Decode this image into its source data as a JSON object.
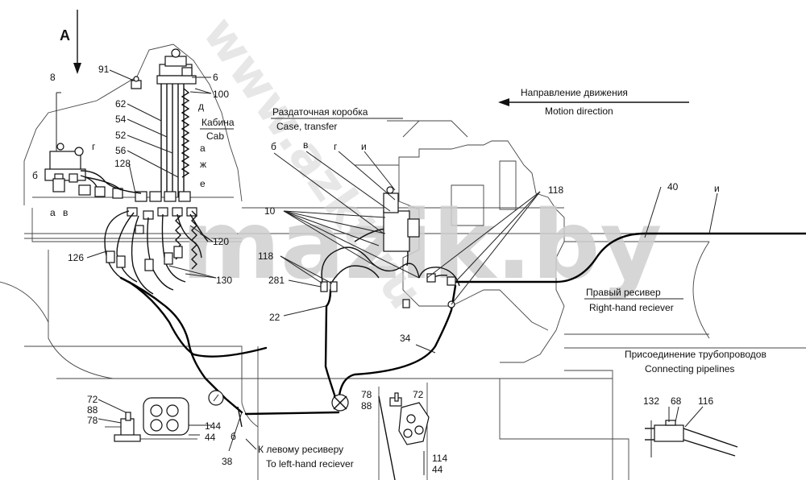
{
  "view_label": "А",
  "cab": {
    "ru": "Кабина",
    "en": "Cab"
  },
  "transfer_case": {
    "ru": "Раздаточная коробка",
    "en": "Case, transfer"
  },
  "motion_direction": {
    "ru": "Направление движения",
    "en": "Motion direction"
  },
  "right_receiver": {
    "ru": "Правый ресивер",
    "en": "Right-hand reciever"
  },
  "left_receiver": {
    "ru": "К левому ресиверу",
    "en": "To left-hand reciever"
  },
  "pipelines": {
    "ru": "Присоединение трубопроводов",
    "en": "Connecting pipelines"
  },
  "watermark_1": "mazik.by",
  "watermark_2": "www.azkt.ru",
  "callouts": {
    "n8": "8",
    "n91": "91",
    "n6": "6",
    "n100": "100",
    "n62": "62",
    "n54": "54",
    "n52": "52",
    "n56": "56",
    "n128": "128",
    "n126": "126",
    "n10": "10",
    "n120": "120",
    "n130": "130",
    "n118a": "118",
    "n118b": "118",
    "n281": "281",
    "n22": "22",
    "n34": "34",
    "n40": "40",
    "n72a": "72",
    "n88a": "88",
    "n78a": "78",
    "n144": "144",
    "n44a": "44",
    "n38": "38",
    "n78b": "78",
    "n88b": "88",
    "n72b": "72",
    "n114": "114",
    "n44b": "44",
    "n132": "132",
    "n68": "68",
    "n116": "116"
  },
  "letters": {
    "g_left": "г",
    "b_left": "б",
    "a_left": "а",
    "v_left": "в",
    "d": "д",
    "a_cab": "а",
    "zh": "ж",
    "e": "е",
    "b_top": "б",
    "v_top": "в",
    "g_top": "г",
    "i_top": "и",
    "i_right": "и",
    "b_bottom": "б"
  }
}
